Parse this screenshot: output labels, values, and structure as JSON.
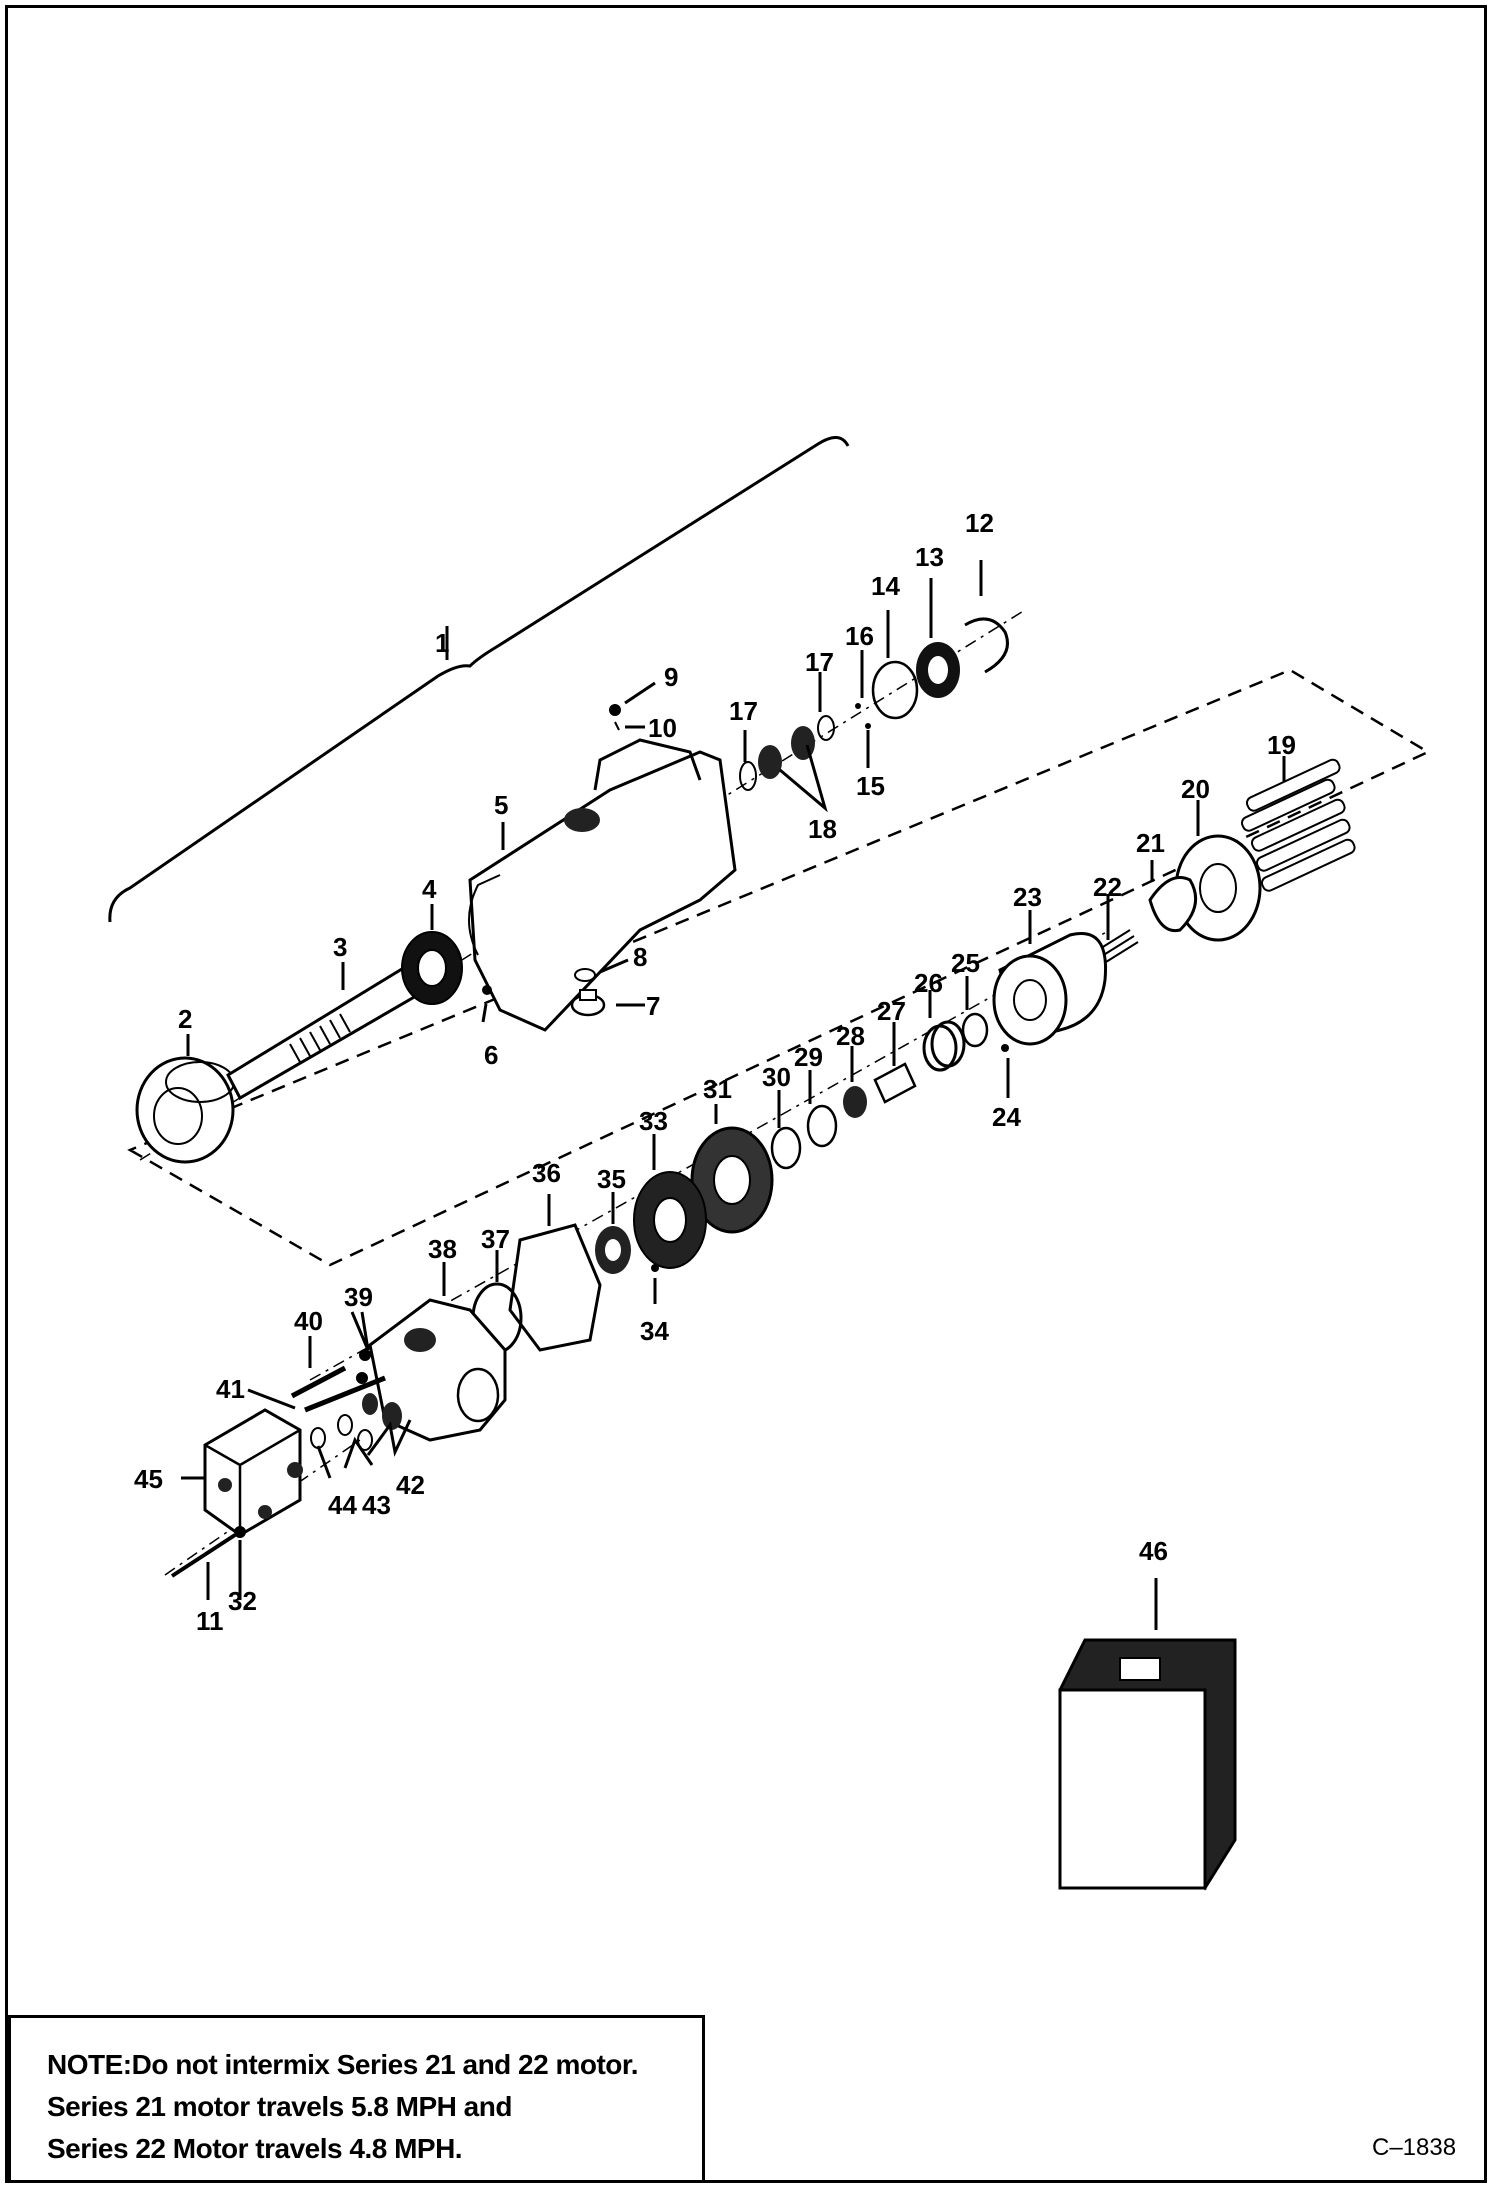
{
  "figure_code": "C–1838",
  "note": {
    "lines": [
      "NOTE:Do not intermix Series 21 and 22 motor.",
      "Series 21 motor travels 5.8 MPH and",
      "Series 22 Motor travels 4.8 MPH."
    ]
  },
  "callouts": [
    "1",
    "2",
    "3",
    "4",
    "5",
    "6",
    "7",
    "8",
    "9",
    "10",
    "11",
    "12",
    "13",
    "14",
    "15",
    "16",
    "17",
    "17",
    "18",
    "19",
    "20",
    "21",
    "22",
    "23",
    "24",
    "25",
    "26",
    "27",
    "28",
    "29",
    "30",
    "31",
    "32",
    "33",
    "34",
    "35",
    "36",
    "37",
    "38",
    "39",
    "40",
    "41",
    "42",
    "43",
    "44",
    "45",
    "46"
  ]
}
